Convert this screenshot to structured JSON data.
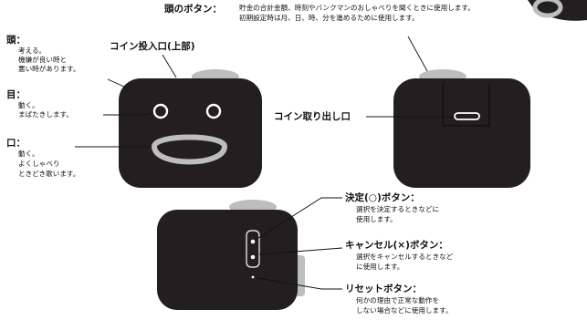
{
  "head_button": {
    "title": "頭のボタン：",
    "line1": "貯金の合計金額、時刻やバンクマンのおしゃべりを聞くときに使用します。",
    "line2": "初期設定時は月、日、時、分を進めるために使用します。"
  },
  "head": {
    "title": "頭：",
    "desc": [
      "考える。",
      "機嫌が良い時と",
      "悪い時があります。"
    ]
  },
  "eyes": {
    "title": "目：",
    "desc": [
      "動く。",
      "まばたきします。"
    ]
  },
  "mouth": {
    "title": "口：",
    "desc": [
      "動く。",
      "よくしゃべり",
      "ときどき歌います。"
    ]
  },
  "coin_slot_label": "コイン投入口(上部)",
  "coin_outlet_label": "コイン取り出し口",
  "confirm_button": {
    "title": "決定(○)ボタン：",
    "desc": [
      "選択を決定するときなどに",
      "使用します。"
    ]
  },
  "cancel_button": {
    "title": "キャンセル(×)ボタン：",
    "desc": [
      "選択をキャンセルするときなど",
      "に使用します。"
    ]
  },
  "reset_button": {
    "title": "リセットボタン：",
    "desc": [
      "何かの理由で正常な動作を",
      "しない場合などに使用します。"
    ]
  },
  "colors": {
    "body": "#231f20",
    "lid": "#bcbec0",
    "accent": "#ffffff"
  }
}
